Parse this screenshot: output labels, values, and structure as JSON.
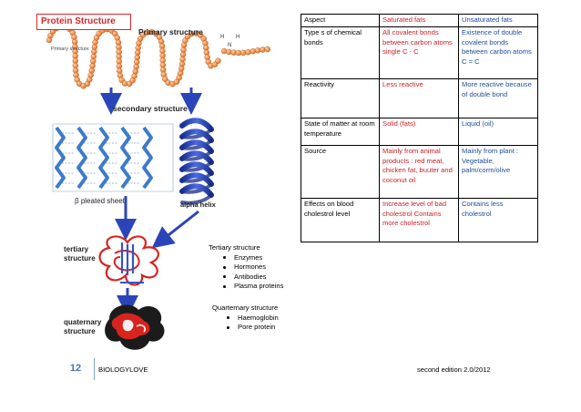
{
  "title": "Protein Structure",
  "diagram": {
    "primary_structure": "Primary structure",
    "primary_structure_small": "Primary structure",
    "secondary_structure": "secondary structure",
    "beta_pleated_sheet": "β pleated sheet",
    "alpha_helix": "alpha helix",
    "tertiary_structure": [
      "tertiary",
      "structure"
    ],
    "quaternary_structure": [
      "quaternary",
      "structure"
    ],
    "atom_labels": [
      "H",
      "N",
      "H"
    ],
    "colors": {
      "primary_beads": "#e8833a",
      "helix": "#2b45b8",
      "sheet": "#3d7bc8",
      "tertiary_red": "#d8241f",
      "quaternary_dark": "#1b1b1b"
    }
  },
  "annotations": {
    "tertiary": {
      "heading": "Tertiary structure",
      "items": [
        "Enzymes",
        "Hormones",
        "Antibodies",
        "Plasma proteins"
      ]
    },
    "quaternary": {
      "heading": "Quarternary structure",
      "items": [
        "Haemoglobin",
        "Pore protein"
      ]
    }
  },
  "table": {
    "headers": [
      "Aspect",
      "Saturated fats",
      "Unsaturated fats"
    ],
    "rows": [
      [
        "Type s of chemical bonds",
        "All covalent bonds between carbon atoms single C - C",
        "Existence of double covalent bonds between carbon atoms C = C"
      ],
      [
        "Reactivity",
        "Less reactive",
        "More reactive because of double bond"
      ],
      [
        "State of matter at room temperature",
        "Solid (fats)",
        "Liquid (oil)"
      ],
      [
        "Source",
        "Mainly from animal products : red meat, chicken fat, buuter and coconut oil",
        "Mainly from plant : Vegetable, palm/corm/olive"
      ],
      [
        "Effects on blood cholestrol level",
        "Increase level of bad cholestrol Contains more cholestrol",
        "Contains less cholestrol"
      ]
    ],
    "colors": {
      "saturated": "#cf1f25",
      "unsaturated": "#1f4e99"
    }
  },
  "footer": {
    "page_number": "12",
    "left": "BIOLOGYLOVE",
    "right": "second edition 2.0/2012"
  }
}
